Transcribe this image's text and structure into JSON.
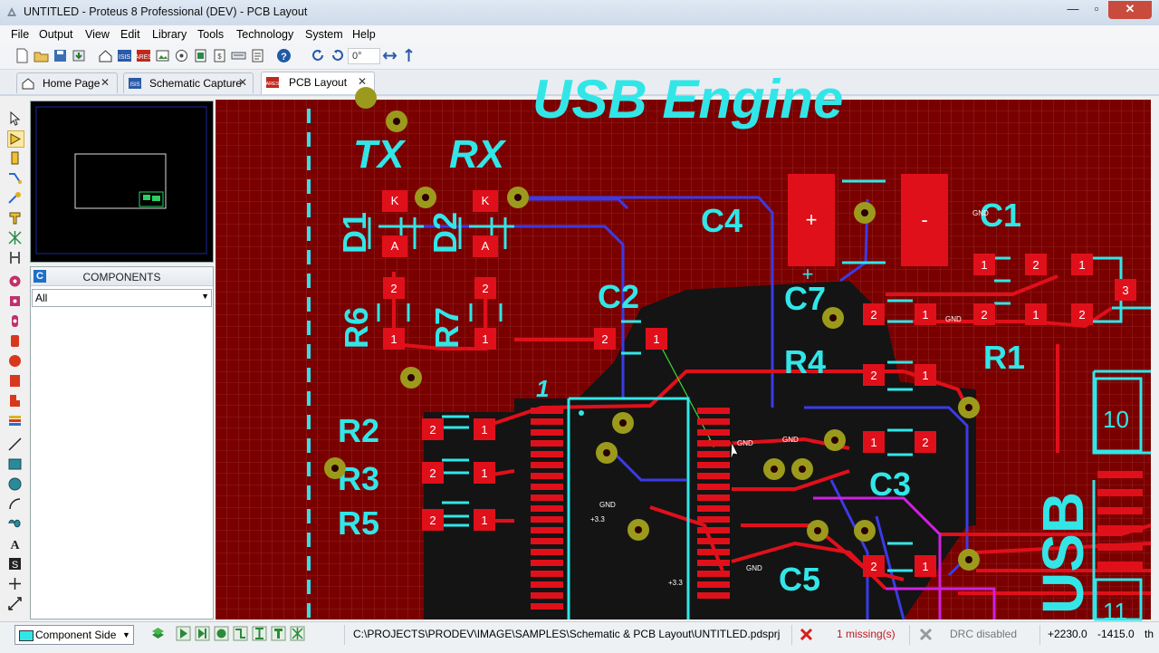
{
  "window": {
    "title": "UNTITLED - Proteus 8 Professional (DEV) - PCB Layout",
    "minimize_label": "—",
    "maximize_label": "▫",
    "close_label": "✕"
  },
  "menu": [
    "File",
    "Output",
    "View",
    "Edit",
    "Library",
    "Tools",
    "Technology",
    "System",
    "Help"
  ],
  "toolbar": {
    "rotation_value": "0°",
    "icons": [
      "new-icon",
      "open-icon",
      "save-icon",
      "import-icon",
      "home-icon",
      "schematic-icon",
      "pcb-icon",
      "gallery-icon",
      "bom-icon",
      "3d-icon",
      "gerber-icon",
      "design-explorer-icon",
      "notes-icon",
      "help-icon",
      "rotate-cw-icon",
      "rotate-ccw-icon",
      "mirror-x-icon",
      "mirror-y-icon"
    ]
  },
  "tabs": [
    {
      "label": "Home Page",
      "close": "✕",
      "icon": "home-icon",
      "active": false
    },
    {
      "label": "Schematic Capture",
      "close": "✕",
      "icon": "schematic-icon",
      "active": false
    },
    {
      "label": "PCB Layout",
      "close": "✕",
      "icon": "pcb-icon",
      "active": true
    }
  ],
  "left_tools": [
    "select-icon",
    "component-icon",
    "package-icon",
    "track-icon",
    "via-icon",
    "zone-icon",
    "ratsnest-icon",
    "connectivity-icon",
    "pad-round-icon",
    "pad-square-icon",
    "pad-dil-icon",
    "pad-edge-icon",
    "pad-smt-round-icon",
    "pad-smt-square-icon",
    "padstack-icon",
    "line-icon",
    "box-icon",
    "circle-icon",
    "arc-icon",
    "path-icon",
    "text-icon",
    "symbol-icon",
    "marker-icon",
    "dimension-icon"
  ],
  "components_panel": {
    "badge": "C",
    "title": "COMPONENTS",
    "filter": "All",
    "filter_arrow": "▼"
  },
  "pcb": {
    "silk_labels": [
      "USB Engine",
      "TX",
      "RX",
      "D1",
      "D2",
      "C4",
      "C1",
      "C2",
      "C7",
      "R4",
      "R1",
      "R6",
      "R7",
      "R2",
      "R3",
      "R5",
      "C3",
      "C5",
      "USB",
      "1",
      "10",
      "11"
    ],
    "pad_labels": {
      "k": "K",
      "a": "A",
      "one": "1",
      "two": "2",
      "three": "3",
      "plus": "+",
      "minus": "-"
    },
    "net_labels": {
      "gnd": "GND",
      "v33": "+3.3"
    }
  },
  "status": {
    "layer": "Component Side",
    "layer_arrow": "▼",
    "layer_color": "#32e6e8",
    "project_path": "C:\\PROJECTS\\PRODEV\\IMAGE\\SAMPLES\\Schematic & PCB Layout\\UNTITLED.pdsprj",
    "missing": "1 missing(s)",
    "drc": "DRC disabled",
    "x": "+2230.0",
    "y": "-1415.0",
    "unit": "th"
  }
}
